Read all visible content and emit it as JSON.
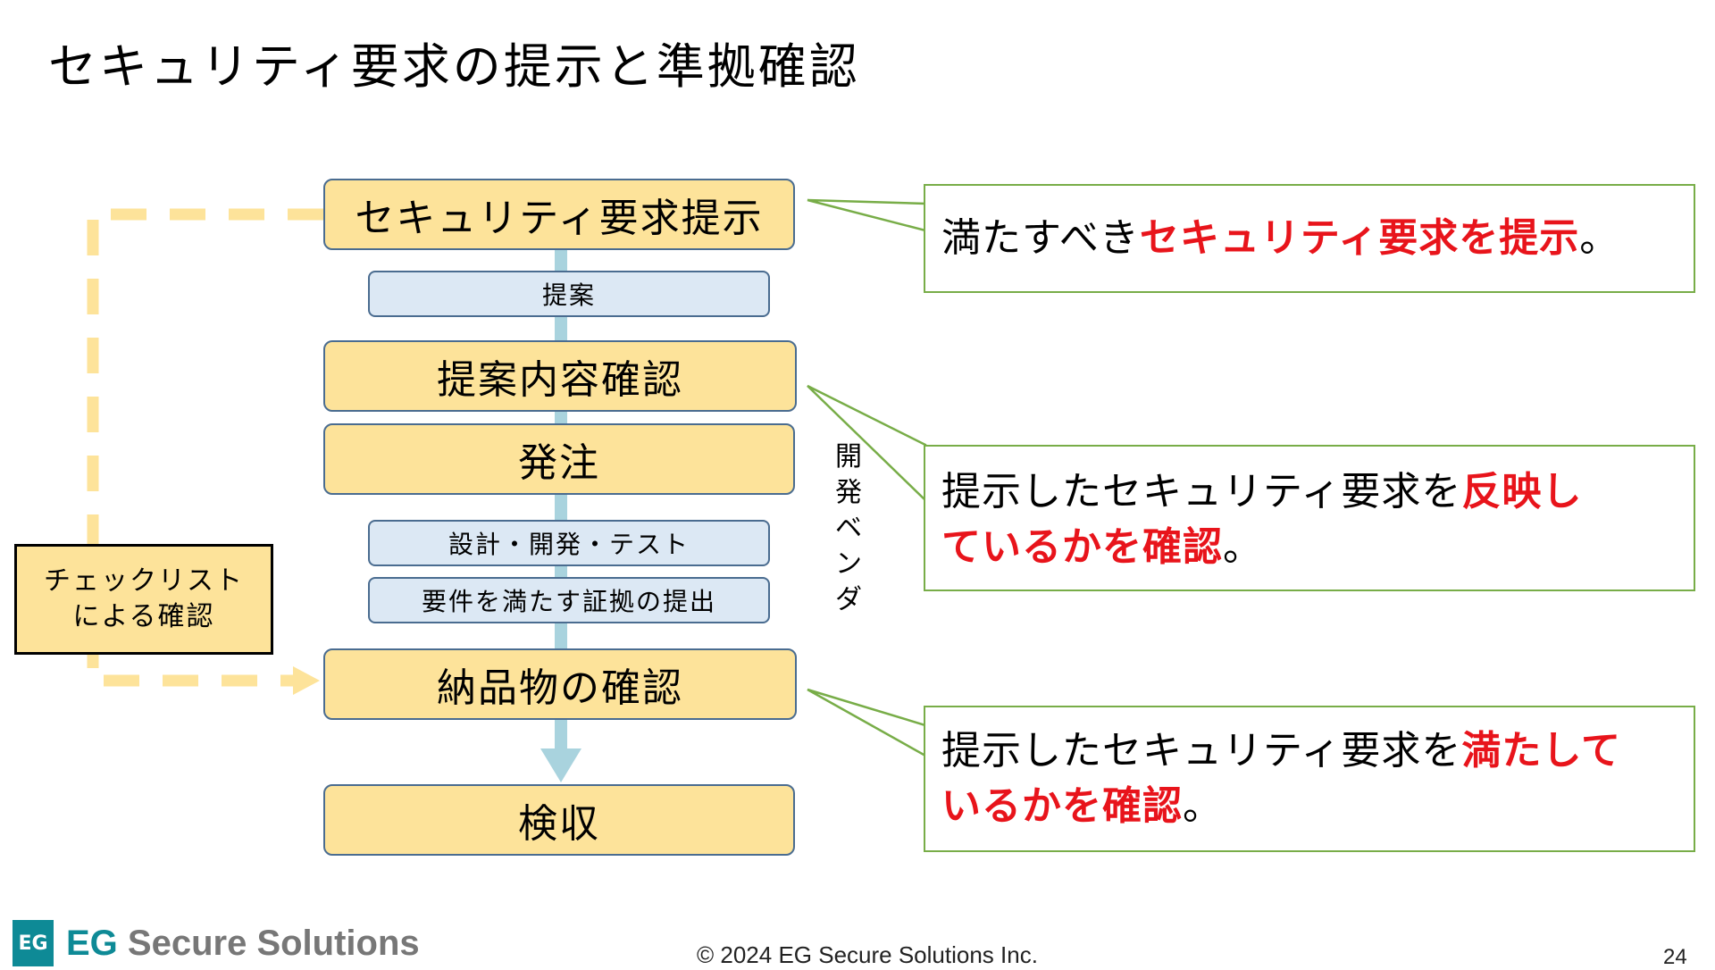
{
  "title": "セキュリティ要求の提示と準拠確認",
  "flow": {
    "step1": "セキュリティ要求提示",
    "sub1": "提案",
    "step2": "提案内容確認",
    "step3": "発注",
    "sub2": "設計・開発・テスト",
    "sub3": "要件を満たす証拠の提出",
    "step4": "納品物の確認",
    "step5": "検収"
  },
  "vendor_label": "開発ベンダ",
  "checklist_label": {
    "line1": "チェックリスト",
    "line2": "による確認"
  },
  "callouts": {
    "c1": {
      "pre": "満たすべき",
      "emph": "セキュリティ要求を提示",
      "post": "。"
    },
    "c2": {
      "pre": "提示したセキュリティ要求を",
      "emph1": "反映し",
      "emph2": "ているかを確認",
      "post": "。"
    },
    "c3": {
      "pre": "提示したセキュリティ要求を",
      "emph1": "満たして",
      "emph2": "いるかを確認",
      "post": "。"
    }
  },
  "footer": {
    "logo_mark": "EG",
    "logo_brand": "EG",
    "logo_name": " Secure Solutions",
    "copyright": "© 2024 EG Secure Solutions Inc.",
    "page_number": "24"
  },
  "colors": {
    "box_fill": "#fde39a",
    "sub_fill": "#dce8f4",
    "arrow": "#a9d3de",
    "callout_border": "#78ad48",
    "emphasis": "#e8141b",
    "brand": "#0e8a96"
  }
}
